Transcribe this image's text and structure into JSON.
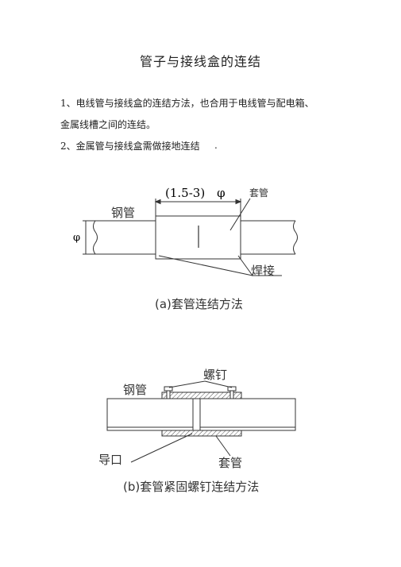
{
  "document": {
    "title": "管子与接线盒的连结",
    "items": [
      {
        "text_line1": "1、电线管与接线盒的连结方法，也合用于电线管与配电箱、",
        "text_line2": "金属线槽之间的连结。"
      },
      {
        "text_line1": "2、金属管与接线盒需做接地连结"
      }
    ],
    "trailing_mark": "."
  },
  "figure_a": {
    "dimension_label": "(1.5-3)　φ",
    "sleeve_label": "套管",
    "pipe_label": "钢管",
    "diameter_label": "φ",
    "weld_label": "焊接",
    "caption": "(a)套管连结方法"
  },
  "figure_b": {
    "screw_label": "螺钉",
    "pipe_label": "钢管",
    "guide_label": "导口",
    "sleeve_label": "套管",
    "caption": "(b)套管紧固螺钉连结方法"
  }
}
